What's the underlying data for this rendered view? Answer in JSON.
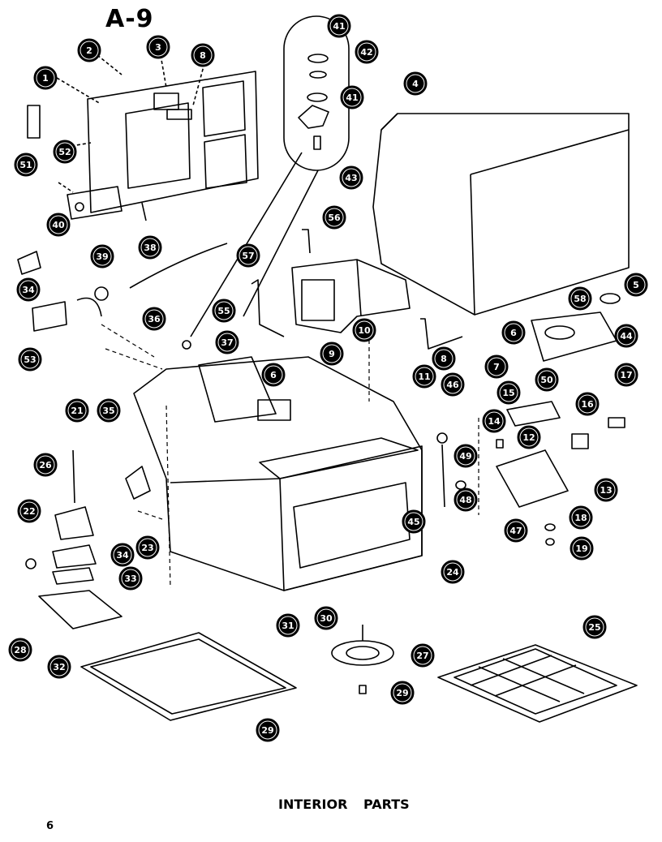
{
  "page_code": "A-9",
  "caption": "INTERIOR PARTS",
  "page_number": "6",
  "callouts": [
    "1",
    "2",
    "3",
    "8",
    "41",
    "42",
    "41",
    "43",
    "4",
    "51",
    "52",
    "40",
    "39",
    "38",
    "34",
    "53",
    "36",
    "57",
    "55",
    "56",
    "37",
    "6",
    "9",
    "10",
    "8",
    "58",
    "5",
    "6",
    "44",
    "7",
    "50",
    "11",
    "46",
    "17",
    "15",
    "16",
    "14",
    "12",
    "13",
    "21",
    "35",
    "26",
    "49",
    "48",
    "18",
    "45",
    "19",
    "47",
    "24",
    "22",
    "34",
    "23",
    "33",
    "31",
    "30",
    "27",
    "25",
    "28",
    "32",
    "29",
    "29"
  ]
}
